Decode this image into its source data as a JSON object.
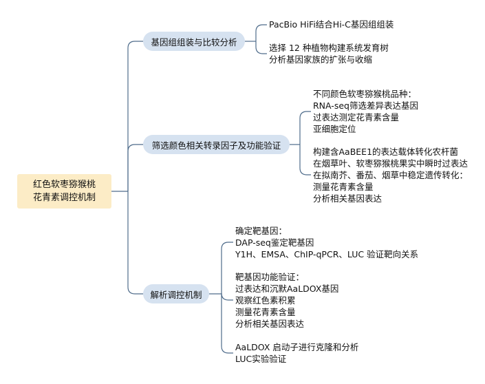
{
  "colors": {
    "root_bg": "#fcecc6",
    "branch_bg": "#d6e2f0",
    "connector": "#4e6b8a"
  },
  "root": {
    "lines": [
      "红色软枣猕猴桃",
      "花青素调控机制"
    ]
  },
  "branches": [
    {
      "label": "基因组组装与比较分析",
      "leaves": [
        [
          "PacBio HiFi结合Hi-C基因组组装"
        ],
        [
          "选择 12 种植物构建系统发育树",
          "分析基因家族的扩张与收缩"
        ]
      ]
    },
    {
      "label": "筛选颜色相关转录因子及功能验证",
      "leaves": [
        [
          "不同颜色软枣猕猴桃品种：",
          "RNA-seq筛选差异表达基因",
          "过表达测定花青素含量",
          "亚细胞定位"
        ],
        [
          "构建含AaBEE1的表达载体转化农杆菌",
          "在烟草叶、软枣猕猴桃果实中瞬时过表达",
          "在拟南芥、番茄、烟草中稳定遗传转化：",
          "测量花青素含量",
          "分析相关基因表达"
        ]
      ]
    },
    {
      "label": "解析调控机制",
      "leaves": [
        [
          "确定靶基因：",
          "DAP-seq鉴定靶基因",
          "Y1H、EMSA、ChIP-qPCR、LUC 验证靶向关系"
        ],
        [
          "靶基因功能验证：",
          "过表达和沉默AaLDOX基因",
          "观察红色素积累",
          "测量花青素含量",
          "分析相关基因表达"
        ],
        [
          "AaLDOX 启动子进行克隆和分析",
          "LUC实验验证"
        ]
      ]
    }
  ]
}
